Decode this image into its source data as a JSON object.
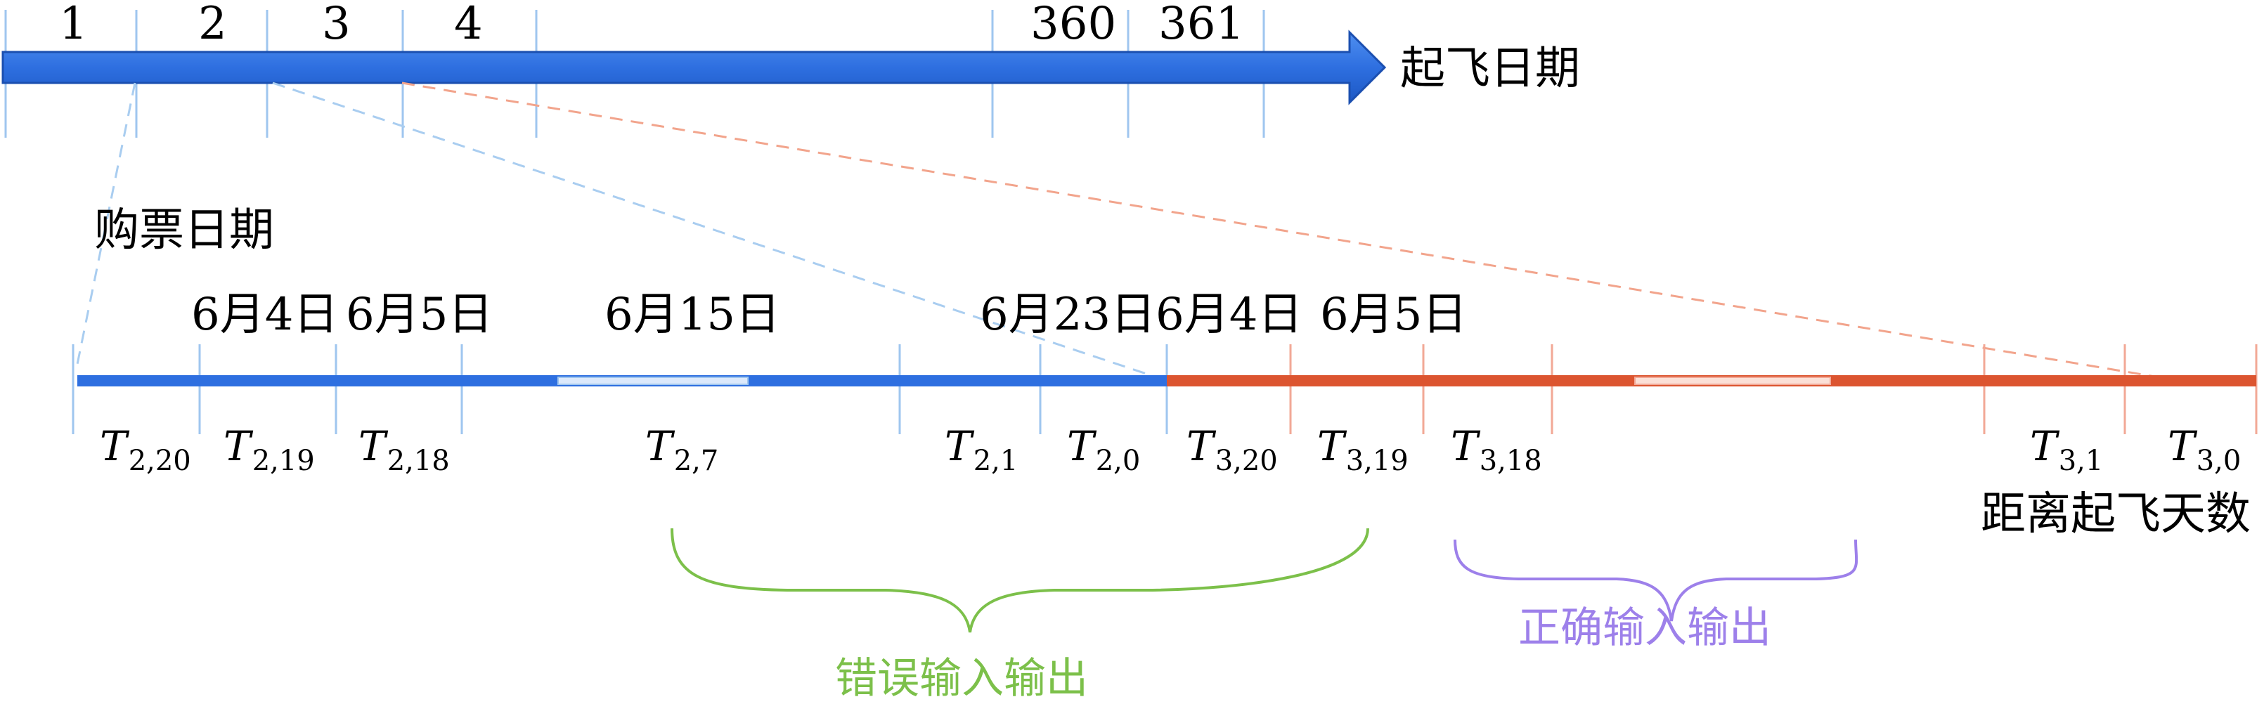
{
  "top_axis": {
    "label": "起飞日期",
    "ticks": [
      "1",
      "2",
      "3",
      "4",
      "360",
      "361"
    ],
    "colors": {
      "arrow": "#2e6fe0",
      "arrow_edge": "#1d58c4",
      "tick": "#9fc6ef"
    }
  },
  "purchase_label": "购票日期",
  "days_label": "距离起飞天数",
  "dates": [
    "6月4日",
    "6月5日",
    "6月15日",
    "6月23日",
    "6月4日",
    "6月5日"
  ],
  "t_labels": [
    {
      "base": "T",
      "sub": "2,20"
    },
    {
      "base": "T",
      "sub": "2,19"
    },
    {
      "base": "T",
      "sub": "2,18"
    },
    {
      "base": "T",
      "sub": "2,7"
    },
    {
      "base": "T",
      "sub": "2,1"
    },
    {
      "base": "T",
      "sub": "2,0"
    },
    {
      "base": "T",
      "sub": "3,20"
    },
    {
      "base": "T",
      "sub": "3,19"
    },
    {
      "base": "T",
      "sub": "3,18"
    },
    {
      "base": "T",
      "sub": "3,1"
    },
    {
      "base": "T",
      "sub": "3,0"
    }
  ],
  "wrong_label": "错误输入输出",
  "correct_label": "正确输入输出",
  "colors": {
    "blue_bar": "#2e6fe0",
    "red_bar": "#dc5530",
    "blue_dash": "#a9cdf0",
    "red_dash": "#f2a48c",
    "blue_tick": "#9fc6ef",
    "red_tick": "#f2a896",
    "green": "#7cc04a",
    "purple": "#9d80ea"
  }
}
